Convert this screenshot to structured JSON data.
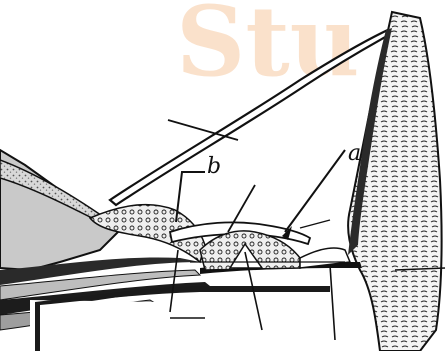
{
  "figure": {
    "label_a": "a",
    "label_b": "b",
    "watermark_text": "Stu"
  },
  "colors": {
    "background": "#ffffff",
    "ink": "#111111",
    "bone_fill": "#cfcfcf",
    "watermark": "#f6c9a2"
  }
}
